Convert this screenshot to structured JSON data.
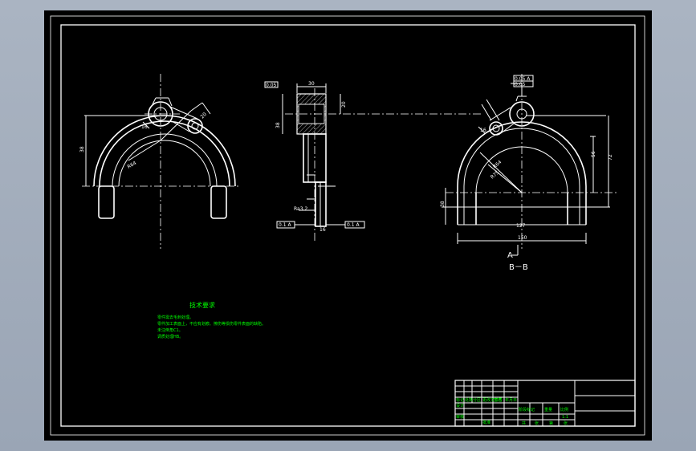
{
  "drawing": {
    "tech_req_title": "技术要求",
    "tech_req_lines": [
      "零件需去毛刺处理。",
      "零件加工表面上，不应有划痕、擦伤等损伤零件表面的缺陷。",
      "未注倒角C1。",
      "调质处理HB。"
    ],
    "section_label_a": "A",
    "section_label_bb": "B－B",
    "datum_a": "A",
    "dim_r_inner": "R64",
    "dim_r_outer": "R75",
    "dim_width": "150",
    "dim_width_lower": "127",
    "dim_height_left": "38",
    "dim_height_right": "56",
    "dim_height_right2": "72",
    "dim_small": "16",
    "dim_small2": "38",
    "dim_top": "30",
    "dim_top2": "20",
    "tol_frame_1": "0.1 A",
    "tol_frame_2": "0.1 A",
    "tol_frame_3": "0.05",
    "tol_frame_4": "0.05 A",
    "roughness": "Ra3.2"
  },
  "title_block": {
    "row_labels": [
      "标记",
      "处数",
      "分区",
      "更改文件号",
      "签名",
      "年月日"
    ],
    "design_labels": [
      "设计",
      "审核",
      "工艺",
      "批准"
    ],
    "stage_label": "阶段标记",
    "weight_label": "重量",
    "scale_label": "比例",
    "scale_value": "1:1",
    "sheet_labels": [
      "共",
      "张",
      "第",
      "张"
    ]
  },
  "colors": {
    "background": "#000000",
    "geometry": "#ffffff",
    "annotation": "#00ff00",
    "desktop": "#a3adbc"
  }
}
